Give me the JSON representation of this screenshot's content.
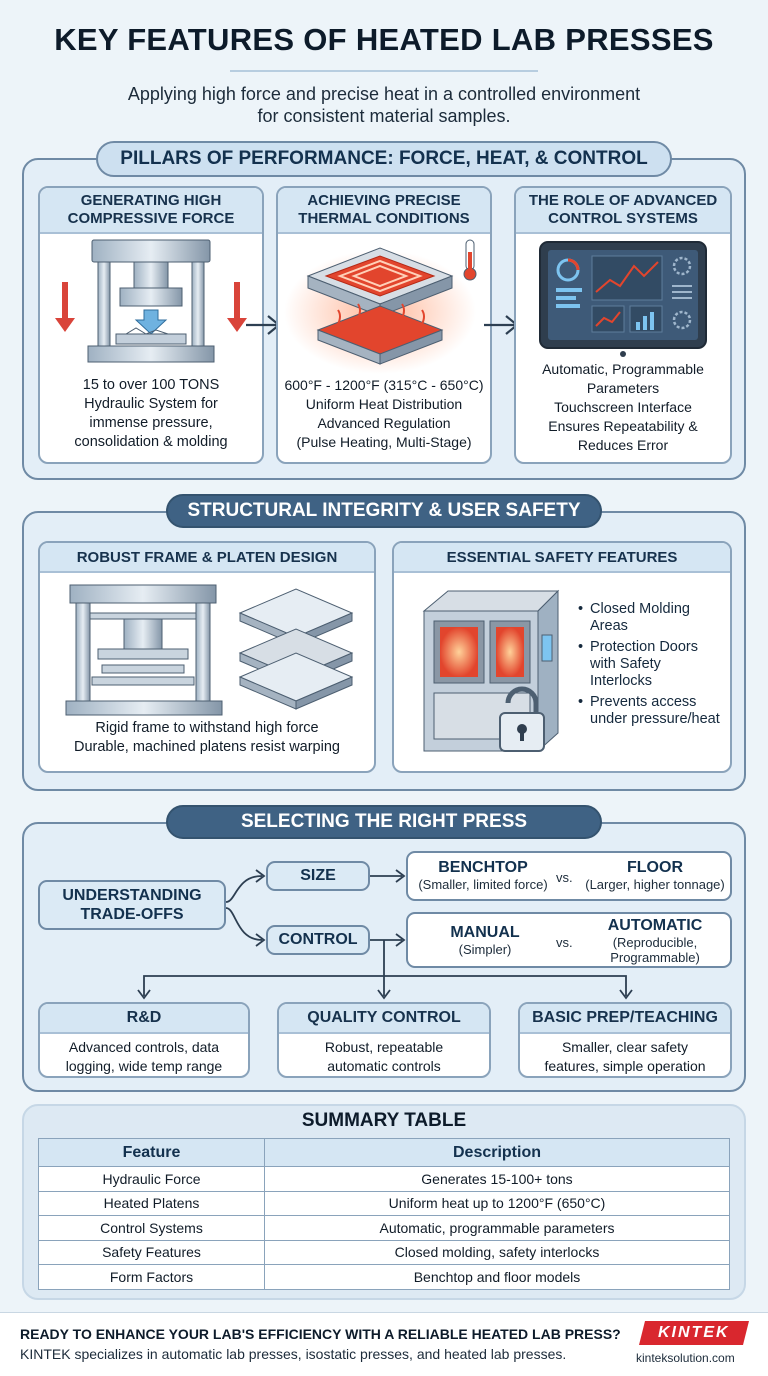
{
  "header": {
    "title": "KEY FEATURES OF HEATED LAB PRESSES",
    "subtitle_line1": "Applying high force and precise heat in a controlled environment",
    "subtitle_line2": "for consistent material samples."
  },
  "pillars": {
    "banner": "PILLARS OF PERFORMANCE: FORCE, HEAT, & CONTROL",
    "force": {
      "head_line1": "GENERATING HIGH",
      "head_line2": "COMPRESSIVE FORCE",
      "lines": [
        "15 to over 100 TONS",
        "Hydraulic System for",
        "immense pressure,",
        "consolidation & molding"
      ]
    },
    "heat": {
      "head_line1": "ACHIEVING PRECISE",
      "head_line2": "THERMAL CONDITIONS",
      "lines": [
        "600°F - 1200°F (315°C - 650°C)",
        "Uniform Heat Distribution",
        "Advanced Regulation",
        "(Pulse Heating, Multi-Stage)"
      ]
    },
    "control": {
      "head_line1": "THE ROLE OF ADVANCED",
      "head_line2": "CONTROL SYSTEMS",
      "lines": [
        "Automatic, Programmable",
        "Parameters",
        "Touchscreen Interface",
        "Ensures Repeatability &",
        "Reduces Error"
      ]
    }
  },
  "structure": {
    "banner": "STRUCTURAL INTEGRITY & USER SAFETY",
    "frame": {
      "head": "ROBUST FRAME & PLATEN DESIGN",
      "lines": [
        "Rigid frame to withstand high force",
        "Durable, machined platens resist warping"
      ]
    },
    "safety": {
      "head": "ESSENTIAL SAFETY FEATURES",
      "bullets": [
        [
          "Closed Molding",
          "Areas"
        ],
        [
          "Protection Doors",
          "with Safety",
          "Interlocks"
        ],
        [
          "Prevents access",
          "under pressure/heat"
        ]
      ]
    }
  },
  "selecting": {
    "banner": "SELECTING THE RIGHT PRESS",
    "root_line1": "UNDERSTANDING",
    "root_line2": "TRADE-OFFS",
    "size_label": "SIZE",
    "control_label": "CONTROL",
    "vs": "vs.",
    "size_options": [
      {
        "main": "BENCHTOP",
        "sub": "(Smaller, limited force)"
      },
      {
        "main": "FLOOR",
        "sub": "(Larger, higher tonnage)"
      }
    ],
    "control_options": [
      {
        "main": "MANUAL",
        "sub": "(Simpler)"
      },
      {
        "main": "AUTOMATIC",
        "sub1": "(Reproducible,",
        "sub2": "Programmable)"
      }
    ],
    "uses": [
      {
        "head": "R&D",
        "line1": "Advanced controls, data",
        "line2": "logging, wide temp range"
      },
      {
        "head": "QUALITY CONTROL",
        "line1": "Robust, repeatable",
        "line2": "automatic controls"
      },
      {
        "head": "BASIC PREP/TEACHING",
        "line1": "Smaller, clear safety",
        "line2": "features, simple operation"
      }
    ]
  },
  "summary": {
    "title": "SUMMARY TABLE",
    "col_feature": "Feature",
    "col_description": "Description",
    "rows": [
      [
        "Hydraulic Force",
        "Generates 15-100+ tons"
      ],
      [
        "Heated Platens",
        "Uniform heat up to 1200°F (650°C)"
      ],
      [
        "Control Systems",
        "Automatic, programmable parameters"
      ],
      [
        "Safety Features",
        "Closed molding, safety interlocks"
      ],
      [
        "Form Factors",
        "Benchtop and floor models"
      ]
    ]
  },
  "footer": {
    "cta_title": "READY TO ENHANCE YOUR LAB'S EFFICIENCY WITH A RELIABLE HEATED LAB PRESS?",
    "cta_text": "KINTEK specializes in automatic lab presses, isostatic presses, and heated lab presses.",
    "logo": "KINTEK",
    "site": "kinteksolution.com"
  },
  "colors": {
    "panel_border": "#6f8aa5",
    "banner_dark": "#3f6284",
    "heat_red": "#e2452d",
    "arrow_red": "#d9443a",
    "brand_red": "#d9272e"
  }
}
